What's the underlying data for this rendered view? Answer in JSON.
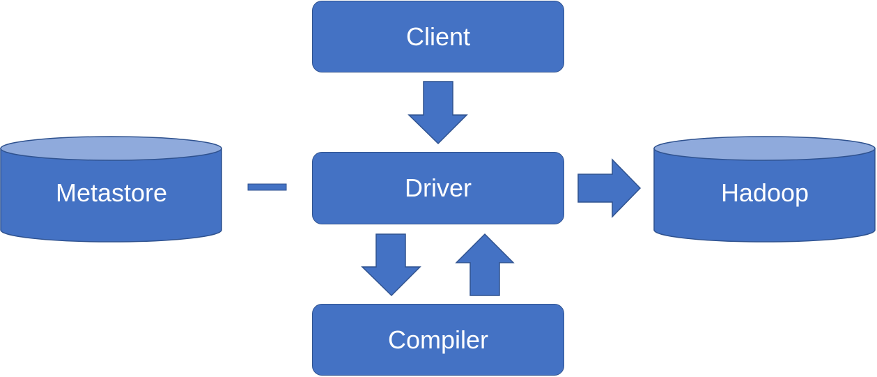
{
  "nodes": {
    "client": "Client",
    "driver": "Driver",
    "compiler": "Compiler",
    "metastore": "Metastore",
    "hadoop": "Hadoop"
  },
  "colors": {
    "fill": "#4472c4",
    "stroke": "#2f528f",
    "cylinder_top": "#8faadc",
    "text": "#ffffff"
  },
  "edges": [
    {
      "from": "client",
      "to": "driver",
      "style": "block-arrow"
    },
    {
      "from": "driver",
      "to": "compiler",
      "style": "block-arrow"
    },
    {
      "from": "compiler",
      "to": "driver",
      "style": "block-arrow"
    },
    {
      "from": "driver",
      "to": "hadoop",
      "style": "block-arrow"
    },
    {
      "from": "metastore",
      "to": "driver",
      "style": "line"
    }
  ]
}
